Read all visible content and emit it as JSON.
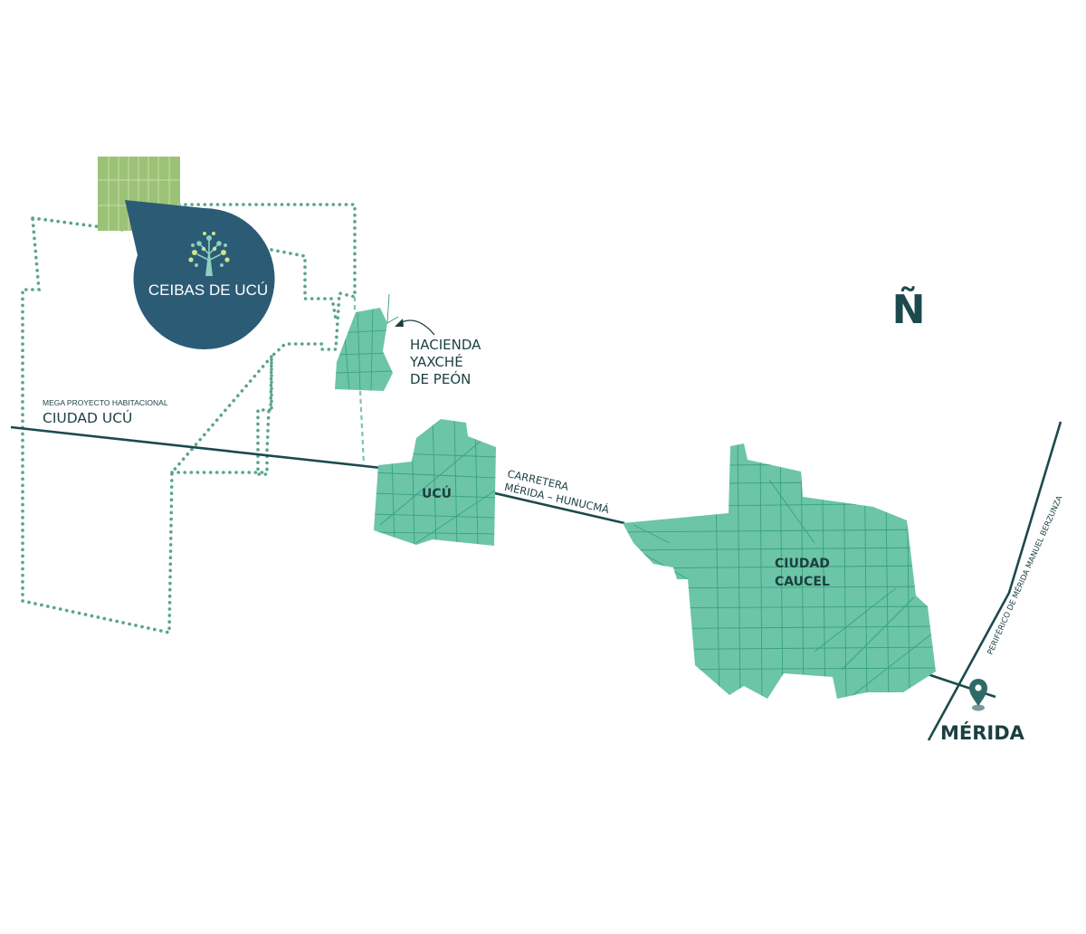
{
  "colors": {
    "road": "#1c4a4c",
    "urban_fill": "#6cc5a6",
    "urban_streets": "#2f9c7a",
    "boundary_dots": "#5aa48d",
    "plot_fill": "#9cc277",
    "badge": "#2c5b76",
    "pin": "#2e6a68"
  },
  "icons": {
    "north": "north-arrow-icon",
    "pin": "location-pin-icon",
    "logo": "ceiba-tree-icon"
  },
  "north_label": "Ñ",
  "badge": {
    "label": "CEIBAS DE UCÚ"
  },
  "project": {
    "subtitle": "MEGA PROYECTO HABITACIONAL",
    "title": "CIUDAD UCÚ"
  },
  "hacienda": {
    "line1": "HACIENDA",
    "line2": "YAXCHÉ",
    "line3": "DE PEÓN"
  },
  "towns": {
    "ucu": "UCÚ",
    "caucel_line1": "CIUDAD",
    "caucel_line2": "CAUCEL",
    "merida": "MÉRIDA"
  },
  "roads": {
    "carretera_line1": "CARRETERA",
    "carretera_line2": "MÉRIDA – HUNUCMÁ",
    "periferico": "PERIFÉRICO DE MÉRIDA MANUEL BERZUNZA"
  }
}
